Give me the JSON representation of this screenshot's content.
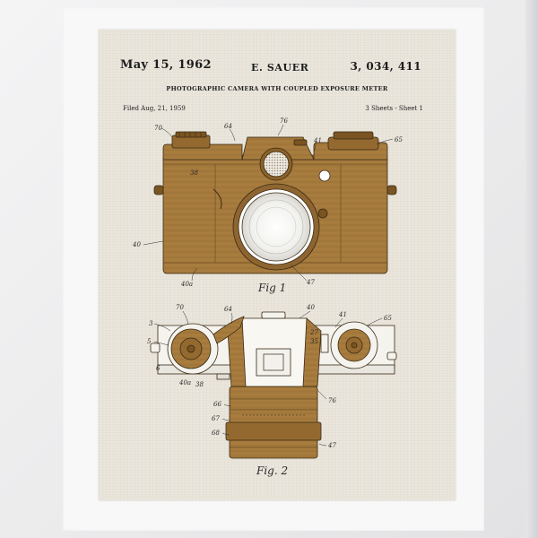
{
  "header": {
    "date": "May 15, 1962",
    "inventor": "E. SAUER",
    "patent_number": "3, 034, 411",
    "title": "PHOTOGRAPHIC CAMERA WITH COUPLED EXPOSURE METER",
    "filed": "Filed Aug, 21, 1959",
    "sheets": "3 Sheets - Sheet 1"
  },
  "figures": {
    "fig1_label": "Fig 1",
    "fig2_label": "Fig. 2"
  },
  "refs": {
    "fig1": {
      "r70": "70",
      "r64": "64",
      "r76": "76",
      "r41": "41",
      "r65": "65",
      "r38": "38",
      "r40": "40",
      "r40a": "40a",
      "r47": "47"
    },
    "fig2": {
      "r64": "64",
      "r70": "70",
      "r40": "40",
      "r41": "41",
      "r65": "65",
      "r3": "3",
      "r5": "5",
      "r6": "6",
      "r27": "27",
      "r35": "35",
      "r76": "76",
      "r40a": "40a",
      "r38": "38",
      "r66": "66",
      "r67": "67",
      "r68": "68",
      "r47": "47"
    }
  },
  "colors": {
    "wood": "#a57a3c",
    "wood_dark": "#7a5422",
    "paper": "#eae6dc",
    "ink": "#1d1d1d"
  }
}
